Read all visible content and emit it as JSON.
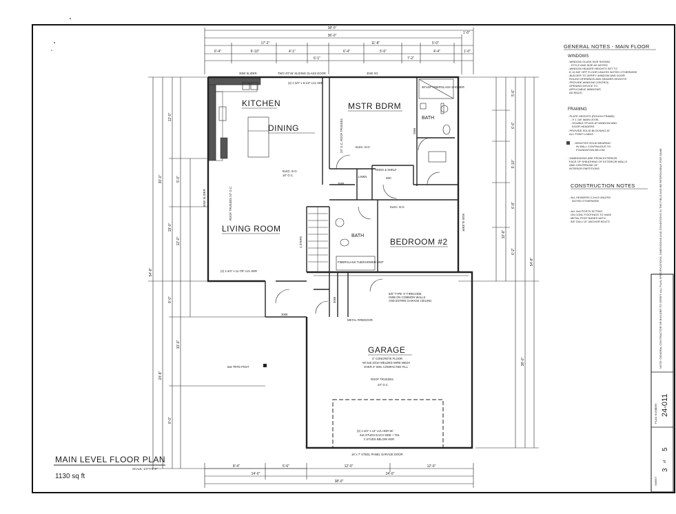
{
  "title": {
    "plan_name": "MAIN LEVEL FLOOR PLAN",
    "scale": "SCALE: 1/4\" = 1'-0\"",
    "area": "1130 sq ft"
  },
  "rooms": {
    "kitchen": "KITCHEN",
    "dining": "DINING",
    "master": "MSTR BDRM",
    "bath_master": "BATH",
    "living": "LIVING ROOM",
    "bath_hall": "BATH",
    "bedroom2": "BEDROOM #2",
    "garage": "GARAGE"
  },
  "overall_dims": {
    "top_total": "38'-0\"",
    "top_sub_a": "36'-0\"",
    "top_sub_b": "1'-0\"",
    "top_seg": [
      "6'-4\"",
      "6'-10\"",
      "4'-1\"",
      "6'-4\"",
      "5'-6\"",
      "4'-4\"",
      "1'-0\""
    ],
    "top_row2": [
      "17'-2\"",
      "11'-8\"",
      "6'-1\"",
      "7'-2\"",
      "5'-0\""
    ],
    "bottom_seg": [
      "8'-4\"",
      "5'-6\"",
      "12'-0\"",
      "12'-0\""
    ],
    "bottom_sub": [
      "14'-0\"",
      "24'-0\""
    ],
    "bottom_total": "38'-0\"",
    "left_total": "54'-8\"",
    "left_upper": "30'-0\"",
    "left_lower": "24'-8\"",
    "left_parts": [
      "12'-0\"",
      "5'-0\"",
      "19'-0\"",
      "12'-0\"",
      "8'-0\"",
      "10'-0\"",
      "8'-0\""
    ],
    "right_total": "54'-8\"",
    "right_parts": [
      "5'-6\"",
      "6'-6\"",
      "5'-10\"",
      "6'-8\"",
      "6'-2\"",
      "10'-8\"",
      "38'-0\""
    ]
  },
  "windows": {
    "kitchen": "3050 SLIDER",
    "dining": "TWO 4'0\"x5' SLIDING GLASS DOOR",
    "master": "3040 XO",
    "bed2": "5040 SLIDER",
    "living": "5060 SLIDER"
  },
  "structure": {
    "kitchen_header": "(2) 1-3/4\" x 9-1/2\" LVL HDR",
    "living_header": "(2) 1-3/4\" x 11-7/8\" LVL HDR",
    "truss_master": "24\" O.C. ROOF TRUSSES",
    "truss_living": "ROOF TRUSSES 24\" O.C.",
    "truss_garage": "ROOF TRUSSES",
    "truss_garage_oc": "24\" O.C.",
    "elec_a": "ELEC. B.O.",
    "elec_b": "ELEC. B.O.",
    "elec_c": "ELEC. B.O.",
    "elec_oc": "16\" O.C.",
    "garage_door_hdr": "(2) 1-3/4\" x 14\" LVL HDR W/",
    "garage_door_hdr2": "2x6 STUDS EACH SIDE + TEL",
    "garage_door_hdr3": "2 STUDS BELOW HDR",
    "garage_door": "16' x 7' STEEL PANEL GARAGE DOOR",
    "garage_slab": "4\" CONCRETE FLOOR",
    "garage_slab2": "W/ 6x6 10/10 WELDED WIRE MESH",
    "garage_slab3": "OVER 4\" MIN. COMPACTED FILL",
    "firecode": "5/8\" TYPE 'X' FIRECODE",
    "firecode2": "GWB ON COMMON WALLS",
    "firecode3": "AND ENTIRE GARAGE CEILING",
    "treated_post": "6x6 TRTD POST",
    "metal_firedoor": "METAL FIREDOOR",
    "linen": "LINEN",
    "wic": "WIC",
    "shelf": "RODS & SHELF",
    "tub": "FIBERGLASS TUB/SHOWER UNIT",
    "shower": "36\"x48\" FIBERGLASS SHOWER",
    "step": "4 STEPS",
    "door_a": "3068",
    "door_b": "3068",
    "door_c": "2868",
    "door_d": "3068"
  },
  "general_notes": {
    "heading": "GENERAL NOTES - MAIN FLOOR",
    "windows_head": "WINDOWS",
    "windows": [
      "- WINDOW GLASS SIZE SHOWN",
      "- STYLE AND SIZE AS NOTED",
      "- WINDOW HEADER HEIGHTS SET TO",
      "6'-10 5/8\" OFF FLOOR UNLESS NOTED OTHERWISE",
      "- BUILDER TO VERIFY WINDOW AND DOOR",
      "ROUGH OPENINGS AND HEADER HEIGHTS",
      "- PROVIDE WINDOW CONTROL",
      "OPENING DEVICE TO",
      "APPLICABLE WINDOWS",
      "AS REQ'D"
    ],
    "framing_head": "FRAMING",
    "framing": [
      "- PLATE HEIGHTS (ROUGH FRAME):",
      "- 9' 1 1/8\" MAIN LEVEL",
      "- DOUBLE STUDS AT WINDOW AND",
      "DOOR HEADERS",
      "- PROVIDE SOLID BLOCKING AT",
      "ALL POINT LOADS"
    ],
    "bearing": [
      "- DENOTES SOLID BEARING",
      "IN WALL CONTINUOUS TO",
      "FOUNDATION BELOW"
    ],
    "dims": [
      "- DIMENSIONS ARE FROM EXTERIOR",
      "FACE OF SHEATHING OF EXTERIOR WALLS",
      "AND CENTERLINE OF",
      "INTERIOR PARTITIONS"
    ],
    "construction_head": "CONSTRUCTION NOTES",
    "construction": [
      "- ALL HEADERS 2-2x10 UNLESS",
      "NOTED OTHERWISE",
      "- ALL 6x6 POSTS SITTING",
      "ON CONC FOOTINGS TO HAVE",
      "METAL POST BASES WITH",
      "5/8\" DIA x 10\" ANCHOR BOLTS"
    ]
  },
  "title_block": {
    "note": "NOTE: GENERAL CONTRACTOR OR BUILDER TO VERIFY ALL PLAN SPECIFICATIONS, DIMENSIONS AND CONDITIONS IN THE FIELD AND BE RESPONSIBLE FOR SAME.",
    "plan_label": "PLAN NUMBER:",
    "plan_number": "24-011",
    "sheet_label": "SHEET",
    "sheet_no": "3",
    "sheet_of": "of",
    "sheet_total": "5"
  }
}
